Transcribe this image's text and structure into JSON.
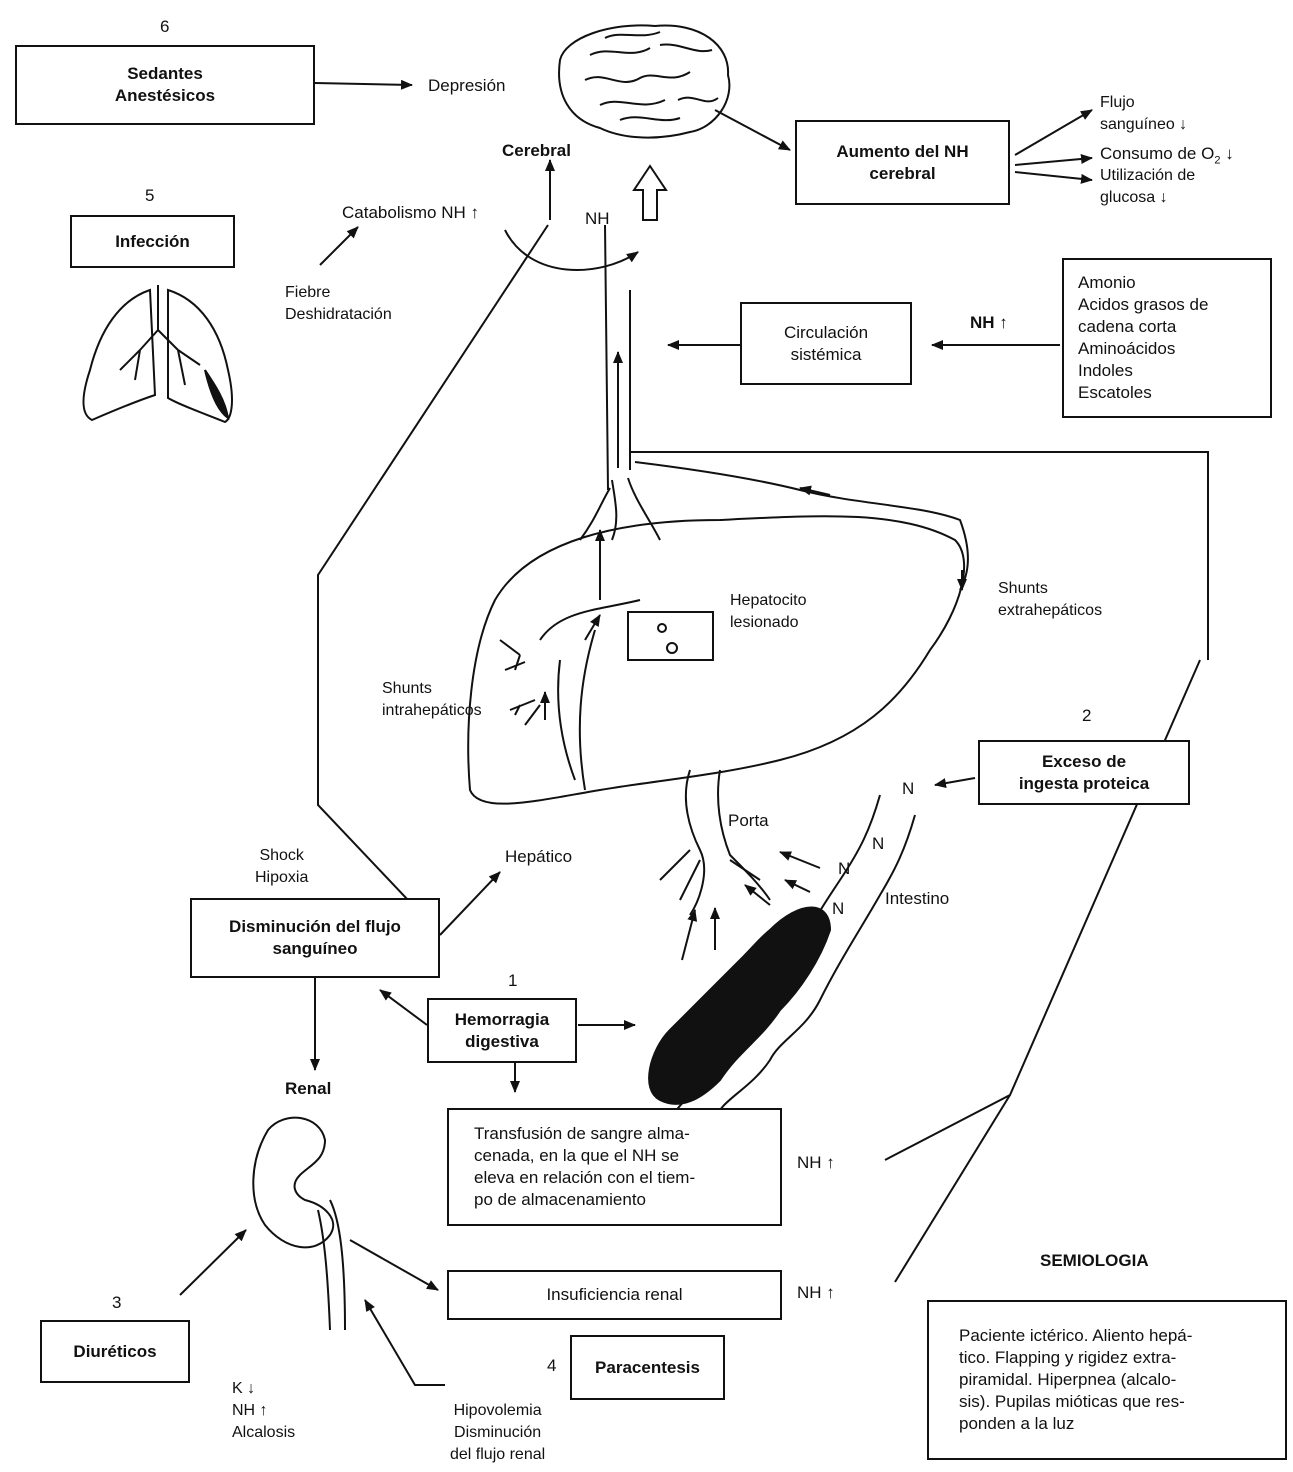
{
  "numbers": {
    "n6": "6",
    "n5": "5",
    "n2": "2",
    "n1": "1",
    "n3": "3",
    "n4": "4"
  },
  "boxes": {
    "sedantes": "Sedantes\nAnestésicos",
    "infeccion": "Infección",
    "aumento_nh": "Aumento del NH\ncerebral",
    "circulacion": "Circulación\nsistémica",
    "exceso": "Exceso de\ningesta proteica",
    "disminucion": "Disminución del flujo\nsanguíneo",
    "hemorragia": "Hemorragia\ndigestiva",
    "transfusion": "Transfusión de sangre alma-\ncenada, en la que el NH se\neleva en relación con el tiem-\npo de almacenamiento",
    "insuficiencia": "Insuficiencia renal",
    "diureticos": "Diuréticos",
    "paracentesis": "Paracentesis",
    "semiologia_text": "Paciente ictérico. Aliento hepá-\ntico. Flapping y rigidez extra-\npiramidal. Hiperpnea (alcalo-\nsis). Pupilas mióticas que res-\nponden a la luz"
  },
  "substances": "Amonio\nAcidos grasos de\ncadena corta\nAminoácidos\nIndoles\nEscatoles",
  "labels": {
    "depresion": "Depresión",
    "cerebral": "Cerebral",
    "catabolismo": "Catabolismo NH ↑",
    "nh_brain": "NH",
    "fiebre": "Fiebre\nDeshidratación",
    "flujo": "Flujo\nsanguíneo ↓",
    "consumo": "Consumo de O",
    "consumo_sub": "2",
    "consumo_arrow": "↓",
    "utilizacion": "Utilización de\nglucosa ↓",
    "nh_up_circ": "NH ↑",
    "shunts_extra": "Shunts\nextrahepáticos",
    "hepatocito": "Hepatocito\nlesionado",
    "shunts_intra": "Shunts\nintrahepáticos",
    "porta": "Porta",
    "intestino": "Intestino",
    "n": "N",
    "shock": "Shock\nHipoxia",
    "hepatico": "Hepático",
    "renal": "Renal",
    "nh_up_transf": "NH ↑",
    "nh_up_insuf": "NH ↑",
    "semiologia": "SEMIOLOGIA",
    "k_nh": "K ↓\nNH ↑\nAlcalosis",
    "hipovolemia": "Hipovolemia\nDisminución\ndel flujo renal"
  },
  "illustrations": [
    "brain-icon",
    "lungs-icon",
    "liver-icon",
    "hepatocyte-icon",
    "intestine-icon",
    "kidney-icon",
    "vessel-icon"
  ]
}
